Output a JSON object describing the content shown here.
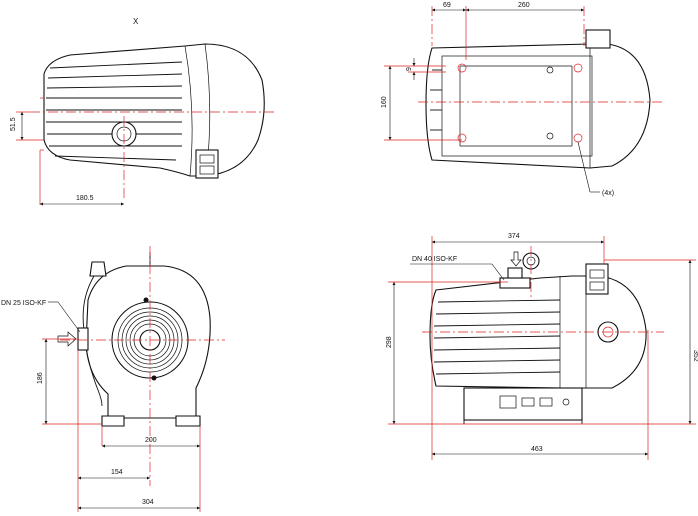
{
  "views": {
    "side_view_x": {
      "view_label": "X",
      "dimensions": {
        "height_offset": "51.5",
        "length_offset": "180.5"
      }
    },
    "top_view": {
      "dimensions": {
        "offset_a": "69",
        "offset_b": "260",
        "small": "9",
        "width": "160"
      },
      "note": "(4x)"
    },
    "front_view": {
      "port_label": "DN 25 ISO-KF",
      "dimensions": {
        "port_height": "186",
        "foot_width": "200",
        "port_to_center": "154",
        "overall_width": "304"
      }
    },
    "right_side_view": {
      "port_label": "DN 40 ISO-KF",
      "dimensions": {
        "port_length": "374",
        "port_height": "298",
        "overall_height": "352",
        "overall_length": "463"
      }
    }
  }
}
